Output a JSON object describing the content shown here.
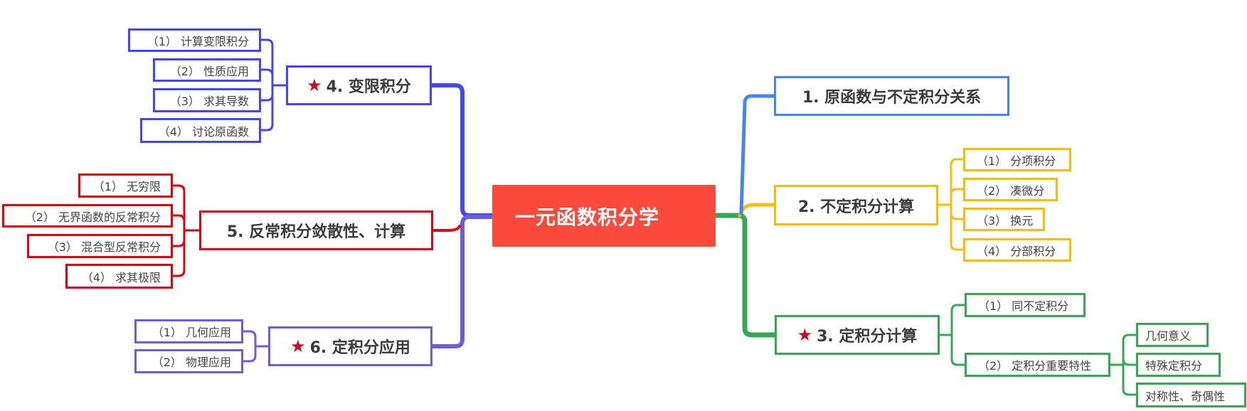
{
  "root": {
    "label": "一元函数积分学",
    "color": "#fb4a3c"
  },
  "star_icon": "★",
  "branches": {
    "b1": {
      "label": "1. 原函数与不定积分关系",
      "starred": false,
      "color": "#4285f4",
      "children": []
    },
    "b2": {
      "label": "2. 不定积分计算",
      "starred": false,
      "color": "#fbbc05",
      "children": [
        "（1） 分项积分",
        "（2） 凑微分",
        "（3） 换元",
        "（4） 分部积分"
      ]
    },
    "b3": {
      "label": "3. 定积分计算",
      "starred": true,
      "color": "#34a853",
      "children": [
        "（1） 同不定积分",
        "（2） 定积分重要特性"
      ],
      "grandchildren": [
        "几何意义",
        "特殊定积分",
        "对称性、奇偶性"
      ]
    },
    "b4": {
      "label": "4. 变限积分",
      "starred": true,
      "color": "#4444ff",
      "children": [
        "（1） 计算变限积分",
        "（2） 性质应用",
        "（3） 求其导数",
        "（4） 讨论原函数"
      ]
    },
    "b5": {
      "label": "5. 反常积分敛散性、计算",
      "starred": false,
      "color": "#e8000b",
      "children": [
        "（1） 无穷限",
        "（2） 无界函数的反常积分",
        "（3） 混合型反常积分",
        "（4） 求其极限"
      ]
    },
    "b6": {
      "label": "6. 定积分应用",
      "starred": true,
      "color": "#6e5ce0",
      "children": [
        "（1） 几何应用",
        "（2） 物理应用"
      ]
    }
  }
}
